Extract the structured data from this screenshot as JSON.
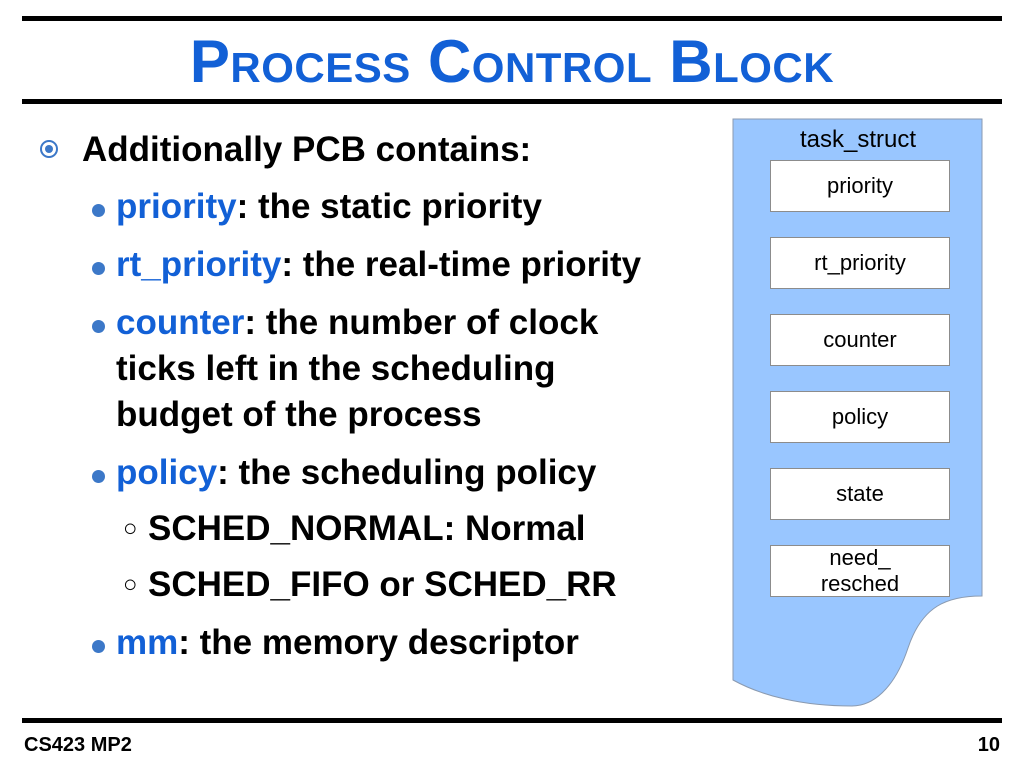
{
  "slide": {
    "title": "Process Control Block",
    "bullets": {
      "heading": "Additionally PCB contains:",
      "items": [
        {
          "keyword": "priority",
          "text": ": the static priority"
        },
        {
          "keyword": "rt_priority",
          "text": ": the real-time priority"
        },
        {
          "keyword": "counter",
          "text": ": the number of clock ticks left in the scheduling budget of the process"
        },
        {
          "keyword": "policy",
          "text": ": the scheduling policy"
        },
        {
          "keyword": "mm",
          "text": ": the memory descriptor"
        }
      ],
      "policy_options": [
        "SCHED_NORMAL: Normal",
        "SCHED_FIFO or SCHED_RR"
      ]
    },
    "diagram": {
      "label": "task_struct",
      "fields": [
        "priority",
        "rt_priority",
        "counter",
        "policy",
        "state",
        "need_\nresched"
      ],
      "fill_color": "#99c6ff"
    }
  },
  "footer": {
    "course": "CS423 MP2",
    "page_number": "10"
  }
}
